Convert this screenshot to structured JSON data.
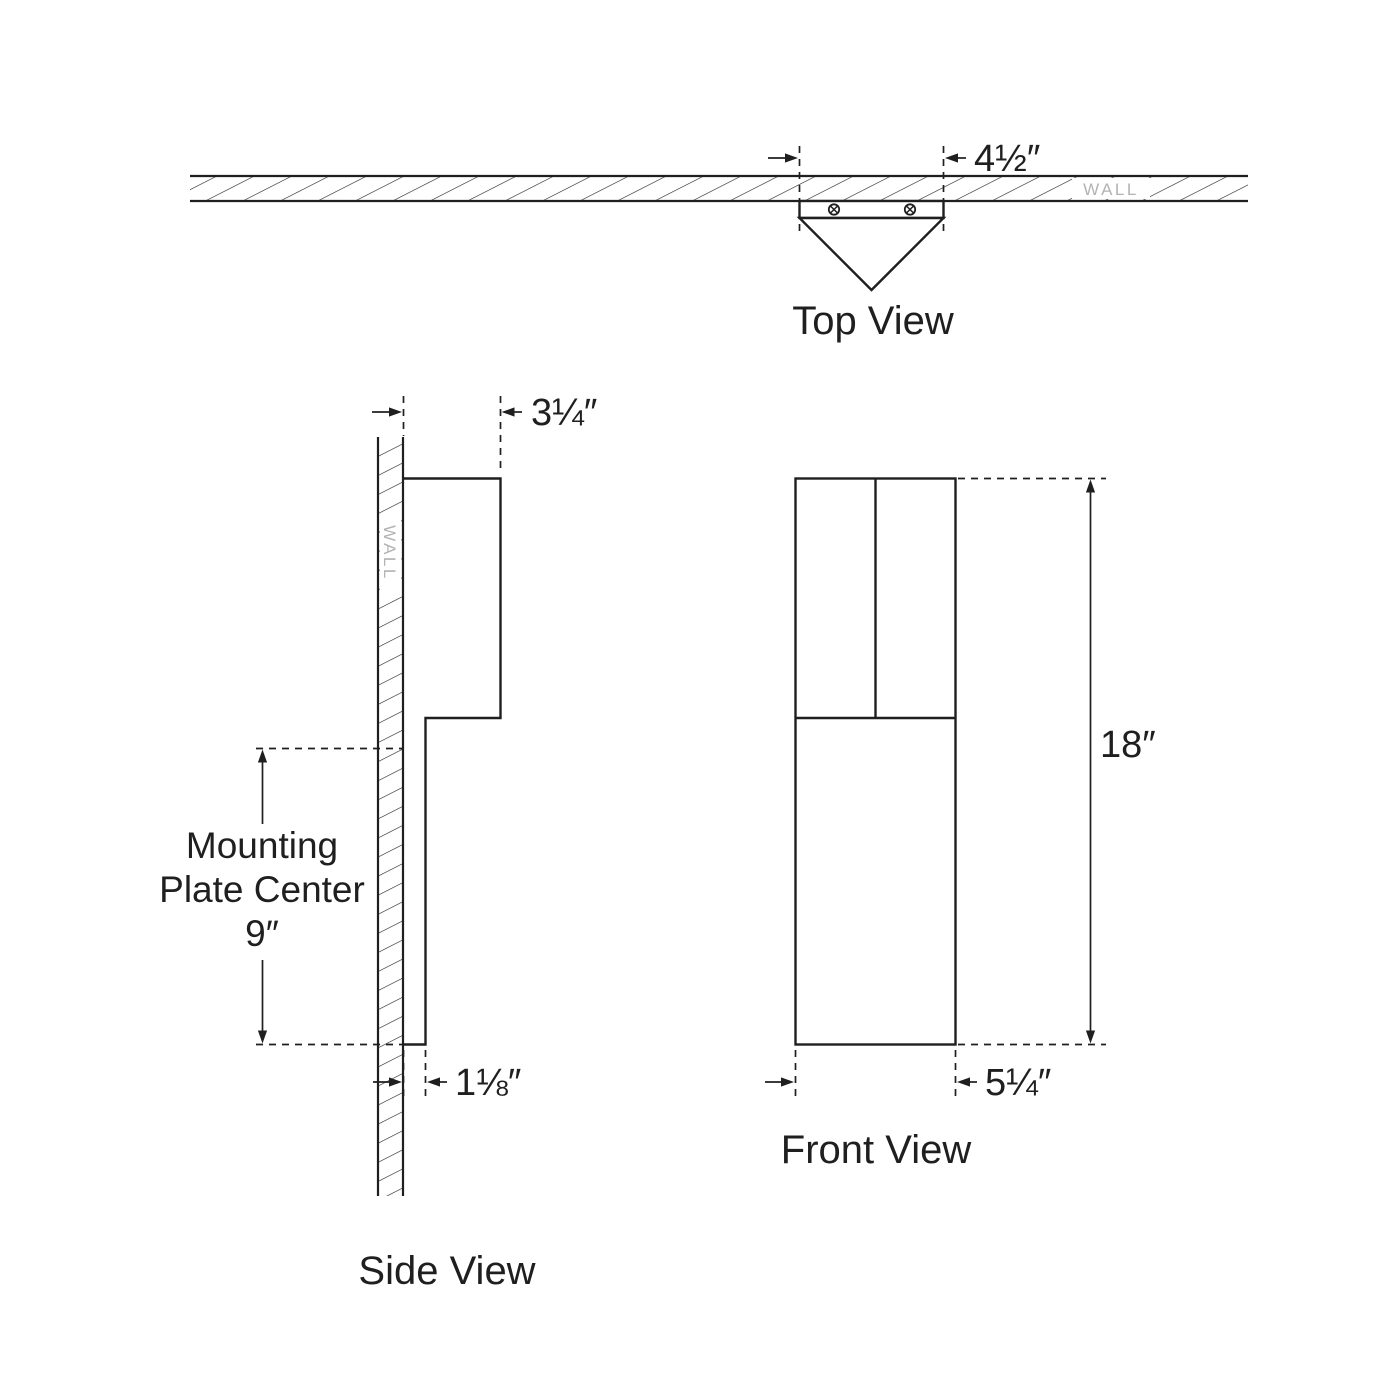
{
  "colors": {
    "line": "#1f1f1f",
    "wall_label": "#b3b3b3",
    "background": "#ffffff"
  },
  "top_view": {
    "label": "Top View",
    "wall_label": "WALL",
    "width_dimension": "4½″"
  },
  "side_view": {
    "label": "Side View",
    "wall_label": "WALL",
    "depth_dimension": "3¼″",
    "backplate_depth_dimension": "1⅛″",
    "mounting_label_line1": "Mounting",
    "mounting_label_line2": "Plate Center",
    "mounting_dimension": "9″"
  },
  "front_view": {
    "label": "Front View",
    "height_dimension": "18″",
    "width_dimension": "5¼″"
  }
}
